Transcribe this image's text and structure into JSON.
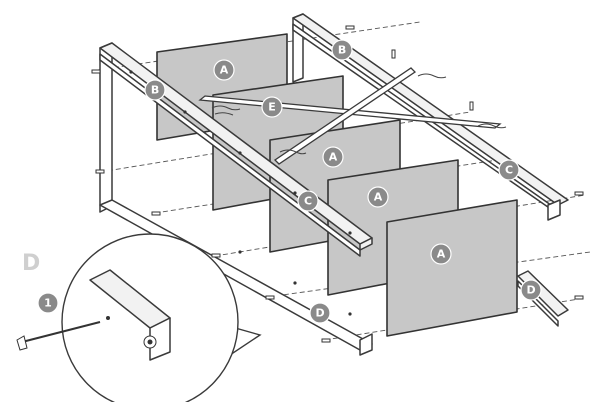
{
  "labels": {
    "panel": "A",
    "rail_top": "B",
    "rail_mid": "C",
    "rail_bottom": "D",
    "brace": "E",
    "detail_section": "D",
    "step_number": "1"
  }
}
